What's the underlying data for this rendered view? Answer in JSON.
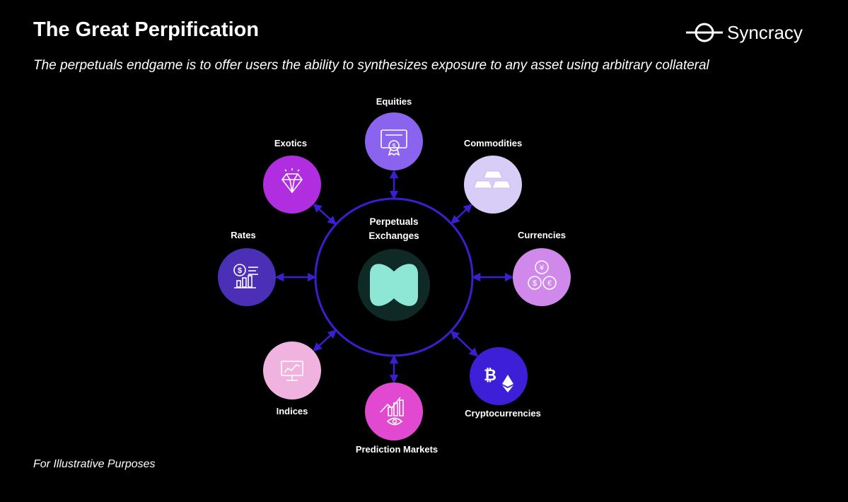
{
  "header": {
    "title": "The Great Perpification",
    "subtitle": "The perpetuals endgame is to offer users the ability to synthesizes exposure to any asset using arbitrary collateral",
    "brand": "Syncracy"
  },
  "footer": {
    "note": "For Illustrative Purposes"
  },
  "hub": {
    "label_line1": "Perpetuals",
    "label_line2": "Exchanges",
    "ring_color": "#3a1fd0",
    "logo_color": "#8ee6d4"
  },
  "nodes": [
    {
      "id": "equities",
      "label": "Equities",
      "color": "#8a64ee",
      "icon": "certificate-icon"
    },
    {
      "id": "commodities",
      "label": "Commodities",
      "color": "#d8cdf6",
      "icon": "gold-bars-icon"
    },
    {
      "id": "currencies",
      "label": "Currencies",
      "color": "#d089ea",
      "icon": "coins-icon"
    },
    {
      "id": "cryptocurrencies",
      "label": "Cryptocurrencies",
      "color": "#3c1fd6",
      "icon": "bitcoin-ethereum-icon"
    },
    {
      "id": "prediction-markets",
      "label": "Prediction Markets",
      "color": "#e14ad0",
      "icon": "chart-eye-icon"
    },
    {
      "id": "indices",
      "label": "Indices",
      "color": "#f0b3df",
      "icon": "monitor-chart-icon"
    },
    {
      "id": "rates",
      "label": "Rates",
      "color": "#4b2fb6",
      "icon": "dollar-bars-icon"
    },
    {
      "id": "exotics",
      "label": "Exotics",
      "color": "#b02ee0",
      "icon": "diamond-icon"
    }
  ],
  "connector_color": "#3a1fd0"
}
